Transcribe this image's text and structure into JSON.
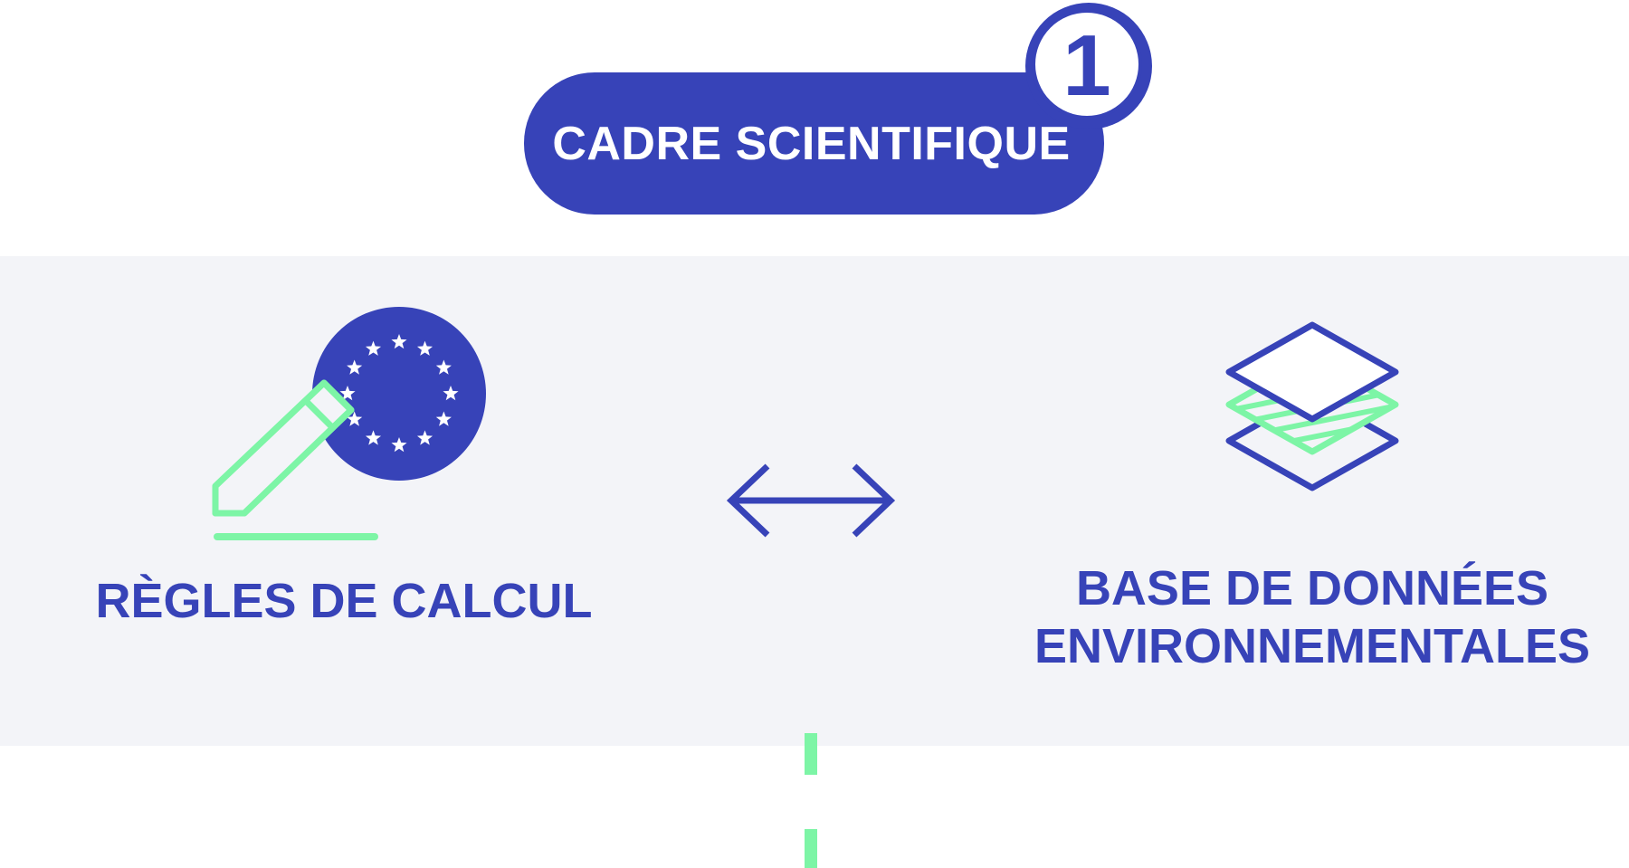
{
  "header": {
    "title": "CADRE SCIENTIFIQUE",
    "step_number": "1"
  },
  "left_item": {
    "label": "RÈGLES DE CALCUL",
    "icon": "eu-flag-pen-icon"
  },
  "connector": {
    "icon": "double-arrow-icon"
  },
  "right_item": {
    "label_line1": "BASE DE DONNÉES",
    "label_line2": "ENVIRONNEMENTALES",
    "icon": "layers-icon"
  },
  "colors": {
    "primary_blue": "#3743b8",
    "accent_green": "#7df5a6",
    "band_background": "#f3f4f8",
    "page_background": "#ffffff"
  }
}
